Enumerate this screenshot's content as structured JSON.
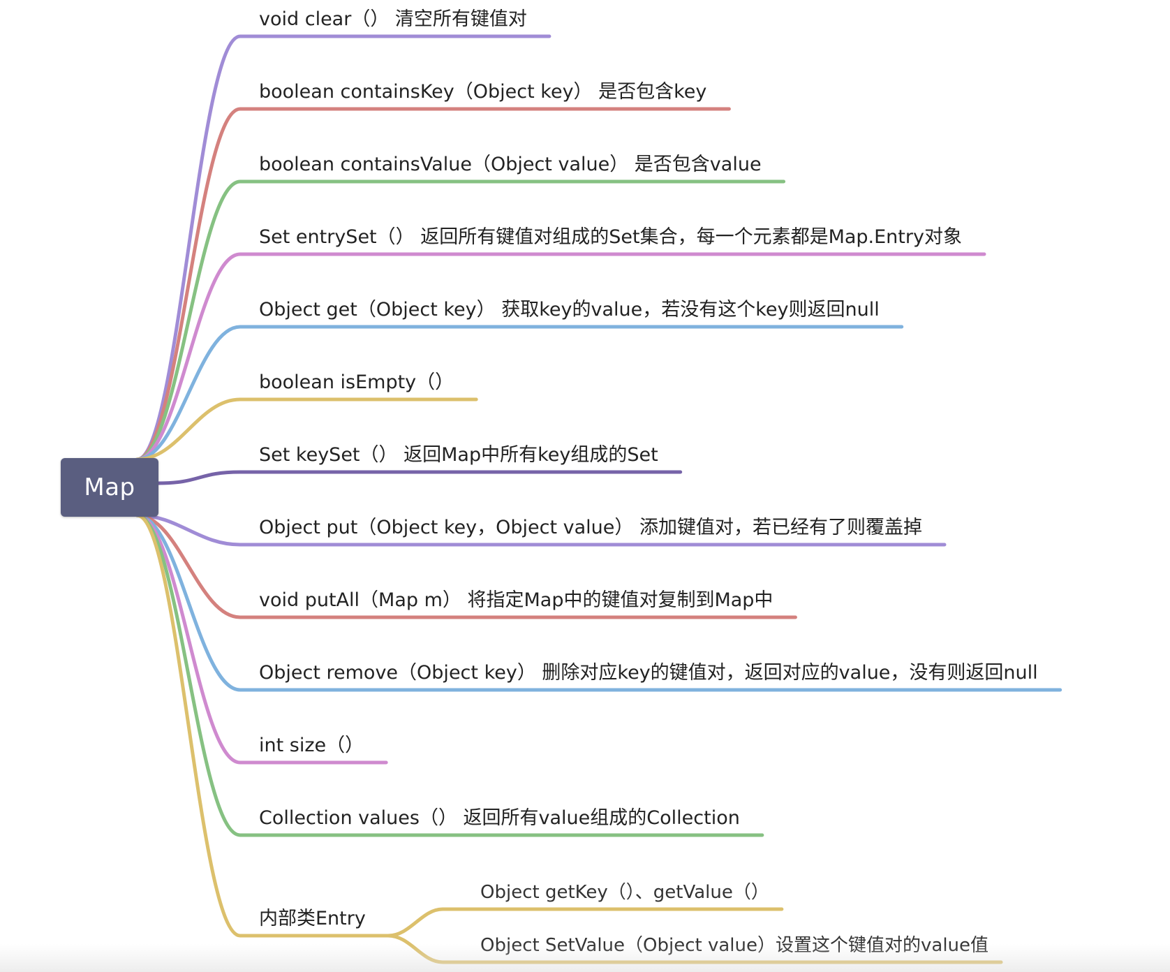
{
  "root": {
    "label": "Map",
    "color": "#5a5e80"
  },
  "branches": [
    {
      "label": "void clear（） 清空所有键值对",
      "color": "#a08cd6"
    },
    {
      "label": "boolean containsKey（Object key） 是否包含key",
      "color": "#d4817e"
    },
    {
      "label": "boolean containsValue（Object value） 是否包含value",
      "color": "#86c182"
    },
    {
      "label": "Set entrySet（） 返回所有键值对组成的Set集合，每一个元素都是Map.Entry对象",
      "color": "#cf8acf"
    },
    {
      "label": "Object get（Object key） 获取key的value，若没有这个key则返回null",
      "color": "#7fb2de"
    },
    {
      "label": "boolean isEmpty（）",
      "color": "#dcc06c"
    },
    {
      "label": "Set keySet（） 返回Map中所有key组成的Set",
      "color": "#7663a8"
    },
    {
      "label": "Object put（Object key，Object value） 添加键值对，若已经有了则覆盖掉",
      "color": "#a08cd6"
    },
    {
      "label": "void putAll（Map m） 将指定Map中的键值对复制到Map中",
      "color": "#d4817e"
    },
    {
      "label": "Object remove（Object key） 删除对应key的键值对，返回对应的value，没有则返回null",
      "color": "#7fb2de"
    },
    {
      "label": "int size（）",
      "color": "#cf8acf"
    },
    {
      "label": "Collection values（） 返回所有value组成的Collection",
      "color": "#86c182"
    },
    {
      "label": "内部类Entry",
      "color": "#dcc06c",
      "children": [
        {
          "label": "Object getKey（）、getValue（）"
        },
        {
          "label": "Object SetValue（Object value）设置这个键值对的value值"
        }
      ]
    }
  ]
}
